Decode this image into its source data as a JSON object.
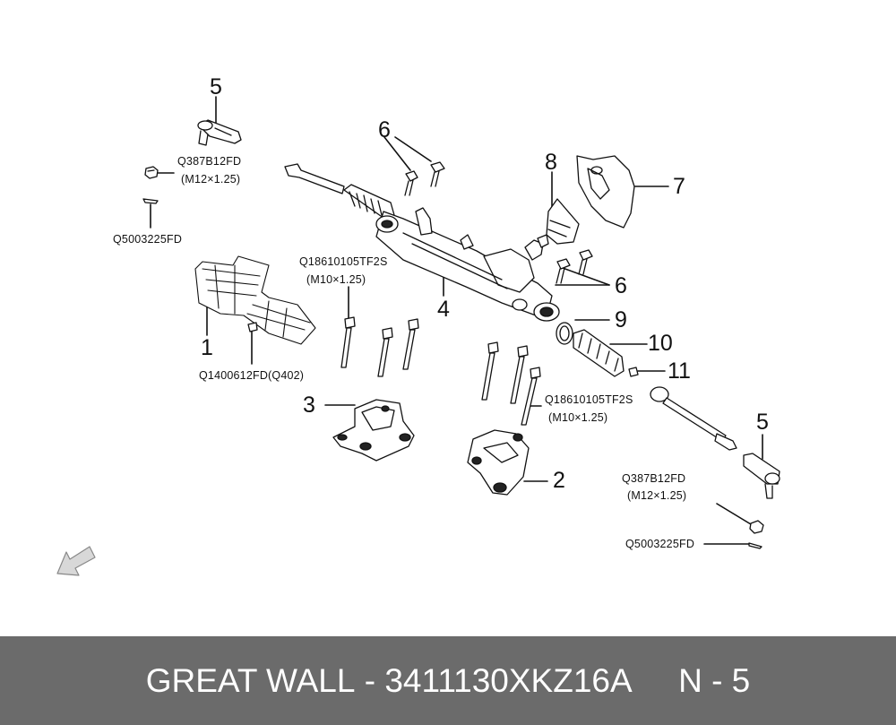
{
  "callouts": {
    "n1": "1",
    "n2": "2",
    "n3": "3",
    "n4": "4",
    "n5a": "5",
    "n5b": "5",
    "n6a": "6",
    "n6b": "6",
    "n7": "7",
    "n8": "8",
    "n9": "9",
    "n10": "10",
    "n11": "11"
  },
  "codes": {
    "tie_rod_nut_top": "Q387B12FD",
    "tie_rod_nut_top_spec": "(M12×1.25)",
    "cotter_pin_top": "Q5003225FD",
    "bolt_left": "Q18610105TF2S",
    "bolt_left_spec": "(M10×1.25)",
    "shield_bolt": "Q1400612FD(Q402)",
    "bolt_right": "Q18610105TF2S",
    "bolt_right_spec": "(M10×1.25)",
    "tie_rod_nut_bottom": "Q387B12FD",
    "tie_rod_nut_bottom_spec": "(M12×1.25)",
    "cotter_pin_bottom": "Q5003225FD"
  },
  "footer": {
    "brand": "GREAT WALL",
    "separator": " - ",
    "part_number": "3411130XKZ16A",
    "page": "N - 5"
  },
  "colors": {
    "footer_bg": "#6b6b6b",
    "footer_text": "#ffffff",
    "line": "#111111"
  },
  "icons": {
    "front_direction": "arrow-icon"
  }
}
